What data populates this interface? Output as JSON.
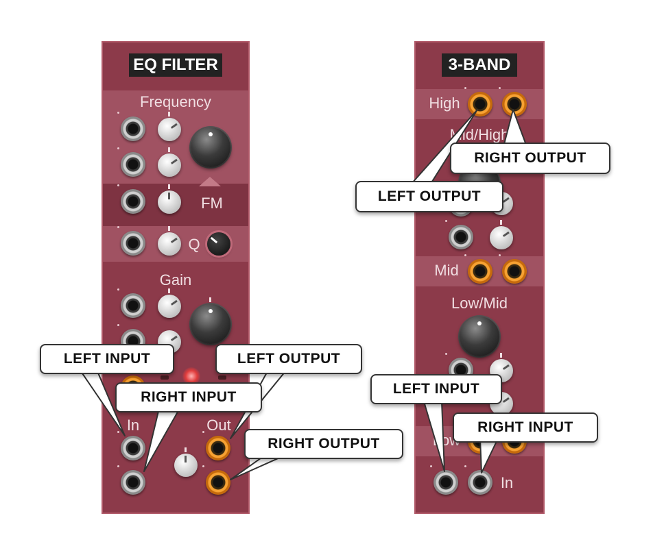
{
  "eq_filter": {
    "title": "EQ FILTER",
    "frequency_label": "Frequency",
    "fm_label": "FM",
    "q_label": "Q",
    "gain_label": "Gain",
    "in_label": "In",
    "out_label": "Out"
  },
  "three_band": {
    "title": "3-BAND",
    "high_label": "High",
    "mid_high_label": "Mid/High",
    "mid_label": "Mid",
    "low_mid_label": "Low/Mid",
    "low_label": "Low",
    "in_label": "In"
  },
  "callouts": {
    "left_input": "LEFT INPUT",
    "right_input": "RIGHT INPUT",
    "left_output": "LEFT OUTPUT",
    "right_output": "RIGHT OUTPUT"
  },
  "colors": {
    "panel": "#8c3a4a",
    "jack_output": "#f7a233",
    "title_bg": "#222222"
  }
}
